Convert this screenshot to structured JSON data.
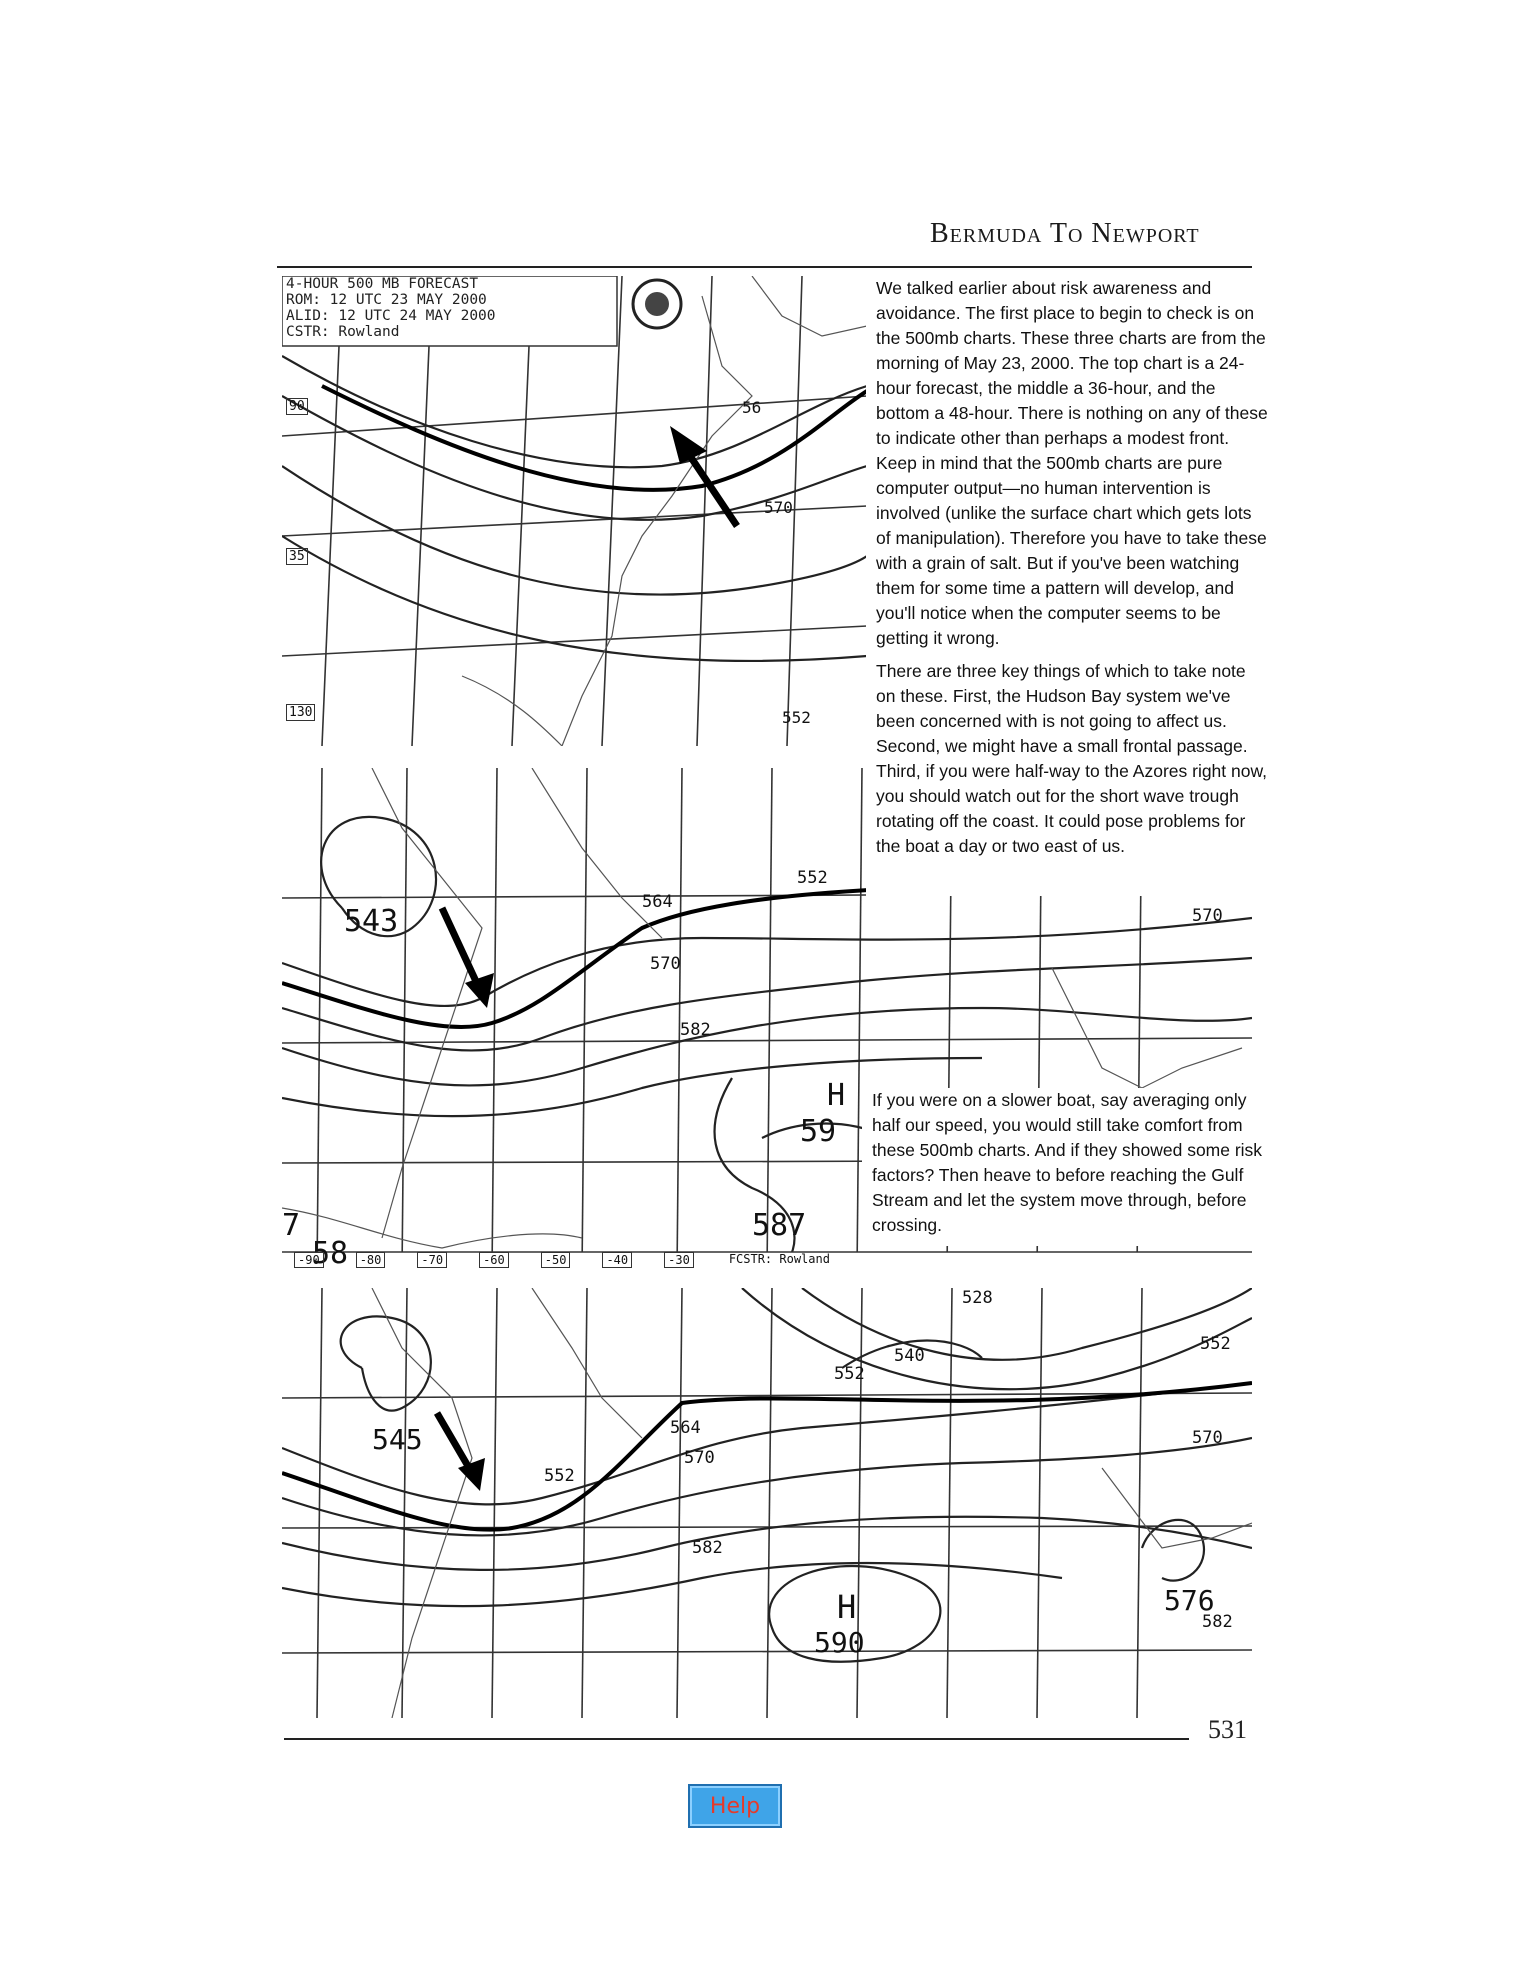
{
  "header": {
    "title": "Bermuda To Newport"
  },
  "page_number": "531",
  "charts": {
    "top": {
      "caption_lines": [
        "4-HOUR 500 MB FORECAST",
        "ROM:  12 UTC 23 MAY 2000",
        "ALID: 12 UTC 24 MAY 2000",
        "CSTR: Rowland"
      ],
      "labels": [
        "90",
        "56",
        "570",
        "35",
        "130",
        "552"
      ]
    },
    "middle": {
      "labels": [
        "543",
        "552",
        "564",
        "570",
        "582",
        "570",
        "59",
        "587",
        "7",
        "58",
        "H"
      ],
      "axis_labels": [
        "-90",
        "-80",
        "-70",
        "-60",
        "-50",
        "-40",
        "-30",
        "FCSTR: Rowland"
      ]
    },
    "bottom": {
      "labels": [
        "528",
        "540",
        "552",
        "564",
        "570",
        "545",
        "552",
        "582",
        "570",
        "552",
        "H",
        "590",
        "576",
        "582"
      ]
    }
  },
  "text": {
    "para1": "We talked earlier about risk awareness and avoidance. The first place to begin to check is on the 500mb charts. These three charts are from the morning of May 23, 2000. The top chart is a 24-hour forecast, the middle a 36-hour, and the bottom a 48-hour. There is nothing on any of these to indicate other than perhaps a modest front. Keep in mind that the 500mb charts are pure computer output—no human intervention is involved (unlike the surface chart which gets lots of manipulation). Therefore you have to take these with a grain of salt. But if you've been watching them for some time a pattern will develop, and you'll notice when the computer seems to be getting it wrong.",
    "para2": "There are three key things of which to take note on these. First, the Hudson Bay system we've been concerned with is not going to affect us. Second, we might have a small frontal passage. Third, if you were half-way to the Azores right now, you should watch out for the short wave trough rotating off the coast. It could pose problems for the boat a day or two east of us.",
    "para3": "If you were on a slower boat, say averaging only half our speed, you would still take comfort from these 500mb charts. And if they showed some risk factors? Then heave to before reaching the Gulf Stream and let the system move through, before crossing."
  },
  "help_button": {
    "label": "Help"
  }
}
